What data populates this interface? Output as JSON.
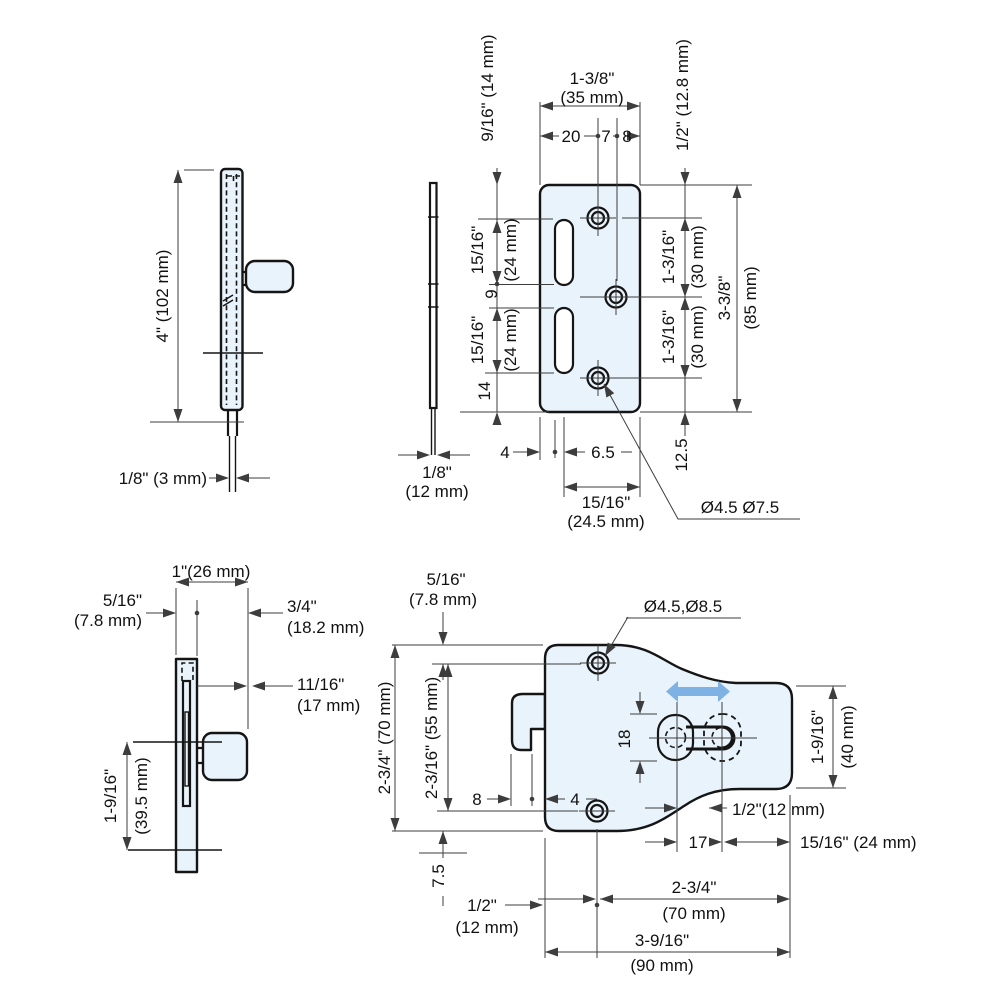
{
  "colors": {
    "part_fill": "#e9f3fb",
    "outline": "#151515",
    "dimension": "#3d3d3d",
    "travel_arrow": "#7eb2e4"
  },
  "views": {
    "top_left": {
      "labels": {
        "height": "4\" (102 mm)",
        "thickness": "1/8\" (3 mm)"
      }
    },
    "top_mid": {
      "labels": {
        "thickness_in": "1/8\"",
        "thickness_mm": "(12 mm)"
      }
    },
    "top_right": {
      "labels": {
        "width_in": "1-3/8\"",
        "width_mm": "(35 mm)",
        "d20": "20",
        "d7": "7",
        "d8": "8",
        "top_left_offset": "9/16\" (14 mm)",
        "top_right_offset": "1/2\" (12.8 mm)",
        "slot1_in": "15/16\"",
        "slot1_mm": "(24 mm)",
        "gap9": "9",
        "slot2_in": "15/16\"",
        "slot2_mm": "(24 mm)",
        "d14": "14",
        "d4": "4",
        "d65": "6.5",
        "d125": "12.5",
        "pitch1_in": "1-3/16\"",
        "pitch1_mm": "(30 mm)",
        "pitch2_in": "1-3/16\"",
        "pitch2_mm": "(30 mm)",
        "height_in": "3-3/8\"",
        "height_mm": "(85 mm)",
        "slot_center_in": "15/16\"",
        "slot_center_mm": "(24.5 mm)",
        "hole_dia": "Ø4.5 Ø7.5"
      }
    },
    "bottom_left": {
      "labels": {
        "width": "1\"(26 mm)",
        "plate_in": "5/16\"",
        "plate_mm": "(7.8 mm)",
        "knob_in": "3/4\"",
        "knob_mm": "(18.2 mm)",
        "offset_in": "11/16\"",
        "offset_mm": "(17 mm)",
        "height_in": "1-9/16\"",
        "height_mm": "(39.5 mm)"
      }
    },
    "bottom_right": {
      "labels": {
        "top_offset_in": "5/16\"",
        "top_offset_mm": "(7.8 mm)",
        "hole_dia": "Ø4.5,Ø8.5",
        "height": "2-3/4\" (70 mm)",
        "hole_pitch": "2-3/16\" (55 mm)",
        "d8": "8",
        "d4": "4",
        "d18": "18",
        "d75": "7.5",
        "slot_travel": "1/2\"(12 mm)",
        "d17": "17",
        "right_offset": "15/16\" (24 mm)",
        "right_height_in": "1-9/16\"",
        "right_height_mm": "(40 mm)",
        "left_offset_in": "1/2\"",
        "left_offset_mm": "(12 mm)",
        "width_in": "2-3/4\"",
        "width_mm": "(70 mm)",
        "total_in": "3-9/16\"",
        "total_mm": "(90 mm)"
      }
    }
  }
}
